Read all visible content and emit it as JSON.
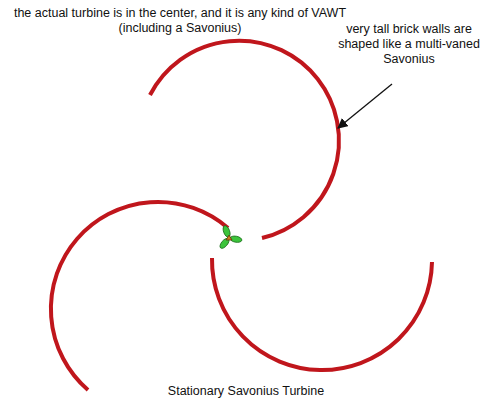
{
  "diagram": {
    "caption": "Stationary Savonius Turbine",
    "labels": [
      "the actual turbine is in the center, and it is any kind of VAWT (including a Savonius)",
      "very tall brick walls are shaped like a multi-vaned Savonius"
    ]
  }
}
